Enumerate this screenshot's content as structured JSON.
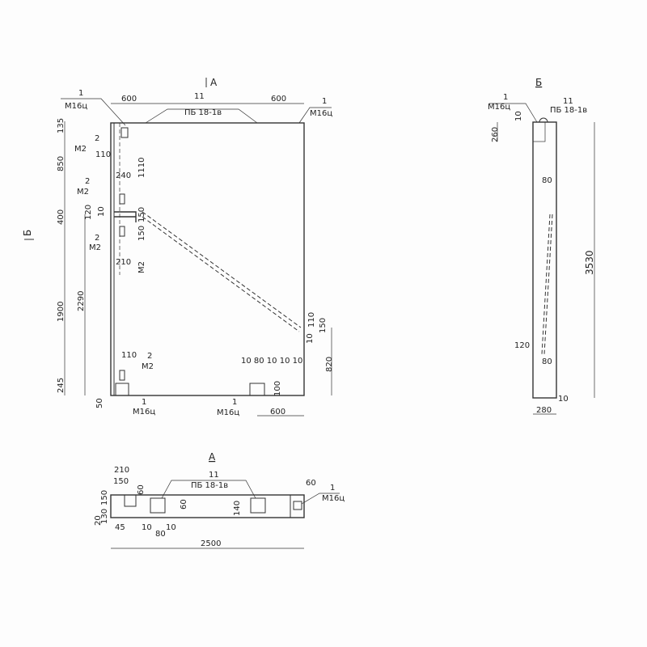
{
  "views": {
    "front": {
      "section_marker_a": "А",
      "section_marker_b": "Б",
      "callouts": [
        {
          "num": "1",
          "mark": "М16ц"
        },
        {
          "num": "11",
          "mark": "ПБ 18-1в"
        },
        {
          "num": "1",
          "mark": "М16ц"
        },
        {
          "num": "2",
          "mark": "М2"
        },
        {
          "num": "2",
          "mark": "М2"
        },
        {
          "num": "2",
          "mark": "М2"
        },
        {
          "num": "2",
          "mark": "М2"
        },
        {
          "num": "1",
          "mark": "М16ц"
        },
        {
          "num": "1",
          "mark": "М16ц"
        }
      ],
      "dims": {
        "top_left": "600",
        "top_right": "600",
        "d135": "135",
        "d850": "850",
        "d400": "400",
        "d1900": "1900",
        "d2290": "2290",
        "d245": "245",
        "d50": "50",
        "d110a": "110",
        "d1110": "1110",
        "d240": "240",
        "d120": "120",
        "d10a": "10",
        "d150a": "150",
        "d150b": "150",
        "d210": "210",
        "d110b": "110",
        "d820": "820",
        "d600b": "600",
        "d110c": "110",
        "d150c": "150",
        "d10b": "10",
        "d100": "100",
        "small_group": "10 80 10 10 10",
        "m2_vert": "М2"
      }
    },
    "side": {
      "title": "Б",
      "callout_left": {
        "num": "1",
        "mark": "М16ц"
      },
      "callout_right": {
        "num": "11",
        "mark": "ПБ 18-1в"
      },
      "dims": {
        "d10": "10",
        "d260": "260",
        "d80": "80",
        "d3530": "3530",
        "d120": "120",
        "d80b": "80",
        "d10b": "10",
        "d280": "280"
      }
    },
    "plan": {
      "title": "А",
      "callout_mid": {
        "num": "11",
        "mark": "ПБ 18-1в"
      },
      "callout_right": {
        "num": "1",
        "mark": "М16ц"
      },
      "dims": {
        "d210": "210",
        "d150": "150",
        "d60": "60",
        "d150v": "150",
        "d130": "130",
        "d20": "20",
        "d45": "45",
        "d10a": "10",
        "d80": "80",
        "d10b": "10",
        "d60b": "60",
        "d140": "140",
        "d60r": "60",
        "d2500": "2500"
      }
    }
  }
}
